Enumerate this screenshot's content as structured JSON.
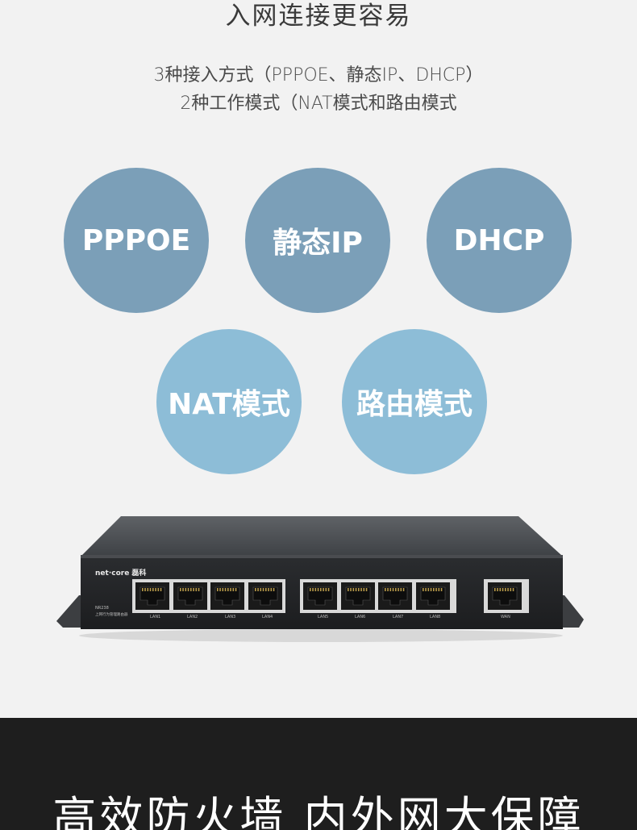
{
  "header": {
    "title": "入网连接更容易",
    "subtitle_line1": "3种接入方式（PPPOE、静态IP、DHCP）",
    "subtitle_line2": "2种工作模式（NAT模式和路由模式"
  },
  "circles": [
    {
      "label": "PPPOE",
      "color": "#7b9fb8"
    },
    {
      "label": "静态IP",
      "color": "#7b9fb8"
    },
    {
      "label": "DHCP",
      "color": "#7b9fb8"
    },
    {
      "label": "NAT模式",
      "color": "#8dbdd7"
    },
    {
      "label": "路由模式",
      "color": "#8dbdd7"
    }
  ],
  "device": {
    "brand": "net·core 磊科",
    "model": "NR238",
    "description": "上网行为管理路由器",
    "ports": [
      "LAN1",
      "LAN2",
      "LAN3",
      "LAN4",
      "LAN5",
      "LAN6",
      "LAN7",
      "LAN8",
      "WAN"
    ]
  },
  "footer": {
    "title": "高效防火墙 内外网大保障"
  }
}
